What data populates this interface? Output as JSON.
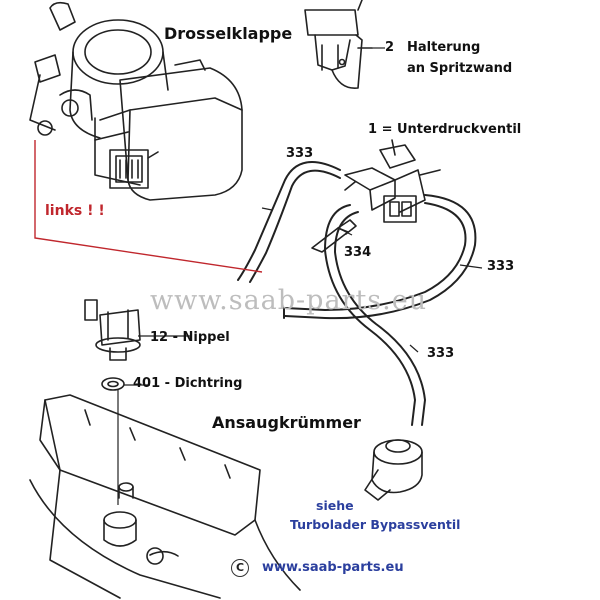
{
  "labels": {
    "throttle_body": "Drosselklappe",
    "part2_number": "2",
    "part2_name": "Halterung",
    "part2_name2": "an Spritzwand",
    "part1": "1 = Unterdruckventil",
    "hose_333_a": "333",
    "hose_333_b": "333",
    "hose_333_c": "333",
    "part_334": "334",
    "links_note": "links ! !",
    "part12": "12 - Nippel",
    "part401": "401 - Dichtring",
    "intake_manifold": "Ansaugkrümmer",
    "see_note_1": "siehe",
    "see_note_2": "Turbolader Bypassventil",
    "copyright_symbol": "C",
    "website": "www.saab-parts.eu",
    "watermark": "www.saab-parts.eu"
  },
  "colors": {
    "line": "#222222",
    "red_leader": "#c0272d",
    "blue_text": "#2b3f9e",
    "watermark": "#bdbdbd"
  }
}
